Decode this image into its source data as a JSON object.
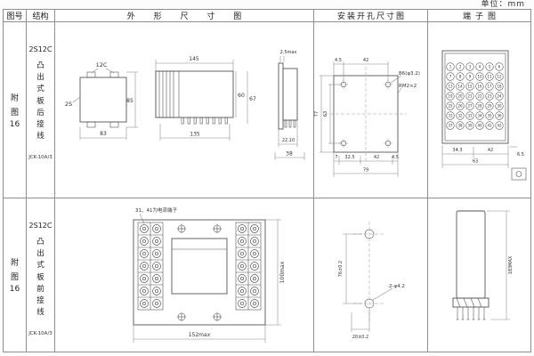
{
  "page": {
    "unit": "单位：mm"
  },
  "headers": {
    "fig": "图号",
    "structure": "结构",
    "outline": "外 形 尺 寸 图",
    "install": "安装开孔尺寸图",
    "terminal": "端子图"
  },
  "row1": {
    "fig": {
      "l1": "附",
      "l2": "图",
      "num": "16"
    },
    "structure": {
      "model": "2S12C",
      "desc": "凸出式板后接线",
      "code": "JCK-10A/3"
    },
    "outline": {
      "label_12c": "12C",
      "label_2s": "2S",
      "w83": "83",
      "h85": "85",
      "w145": "145",
      "w135": "135",
      "h60": "60",
      "h67": "67",
      "t25": "2.5max",
      "d2210": "22,10",
      "d38": "38"
    },
    "install": {
      "d45_top": "4.5",
      "d42_top": "42",
      "b6": "B6(φ3.2)",
      "rm": "RM2×2",
      "h77": "77",
      "h63": "63",
      "d7": "7",
      "d325": "32.5",
      "d42_bot": "42",
      "d45_bot": "4.5",
      "d79": "79"
    },
    "terminal": {
      "numbers": [
        "1",
        "2",
        "3",
        "4",
        "5",
        "6",
        "7",
        "8",
        "9",
        "10",
        "11",
        "12",
        "13",
        "14",
        "15",
        "16",
        "17",
        "18",
        "19",
        "20",
        "21",
        "22",
        "23",
        "24",
        "25",
        "26",
        "27",
        "28",
        "29",
        "30",
        "31",
        "32",
        "33",
        "34",
        "35",
        "36",
        "37",
        "38",
        "39",
        "40",
        "41",
        "42"
      ],
      "d343": "34.3",
      "d42": "42",
      "d63": "63",
      "d65": "6.5"
    }
  },
  "row2": {
    "fig": {
      "l1": "附",
      "l2": "图",
      "num": "16"
    },
    "structure": {
      "model": "2S12C",
      "desc": "凸出式板前接线",
      "code": "JCK-10A/3"
    },
    "outline": {
      "note": "31、41为电流端子",
      "h100": "100max",
      "w152": "152max"
    },
    "install": {
      "d76": "76±0.2",
      "hole": "2-φ4.2",
      "d20": "20±0.2"
    },
    "terminal": {
      "h183": "183MAX"
    }
  }
}
